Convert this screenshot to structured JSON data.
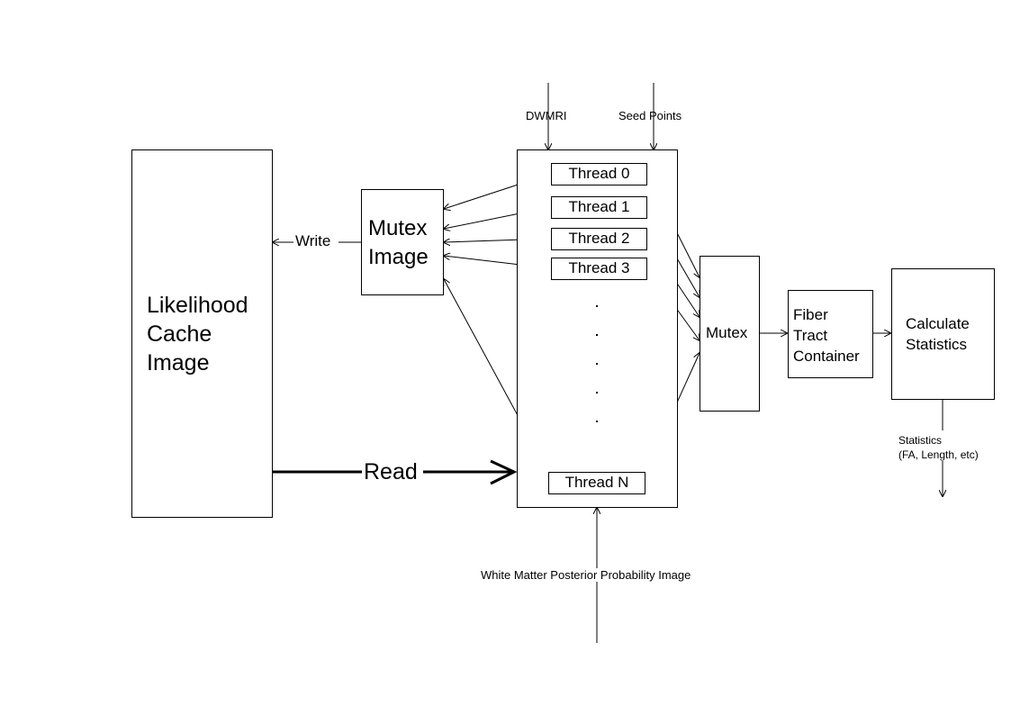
{
  "nodes": {
    "likelihood_cache": "Likelihood\nCache\nImage",
    "mutex_image": "Mutex\nImage",
    "mutex": "Mutex",
    "fiber_container": "Fiber\nTract\nContainer",
    "calc_stats": "Calculate\nStatistics"
  },
  "threads": [
    "Thread 0",
    "Thread 1",
    "Thread 2",
    "Thread 3",
    "Thread N"
  ],
  "edges": {
    "write": "Write",
    "read": "Read"
  },
  "inputs": {
    "dwmri": "DWMRI",
    "seed_points": "Seed Points",
    "white_matter": "White Matter Posterior Probability Image"
  },
  "outputs": {
    "statistics": "Statistics\n(FA, Length, etc)"
  }
}
